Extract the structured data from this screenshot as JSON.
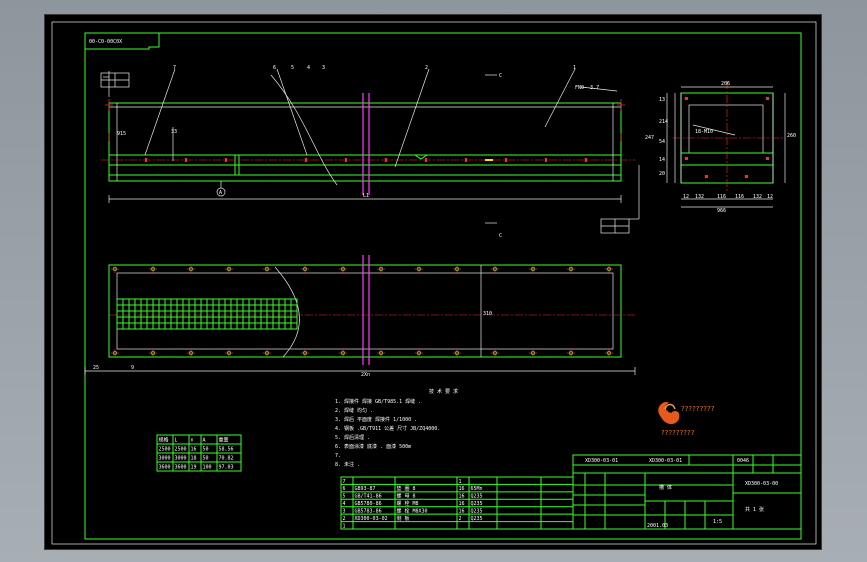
{
  "drawing_code": "00-C0-00C0X",
  "callouts": {
    "left_7": "7",
    "mid_6": "6",
    "mid_5": "5",
    "mid_4": "4",
    "mid_3": "3",
    "mid_2": "2",
    "right_1": "1",
    "section_top": "C",
    "section_bottom": "C",
    "weld_tag": "FN0- 3.7",
    "datum": "A"
  },
  "front_view": {
    "left_dim": "915",
    "overall_length": "L1",
    "inner_dim": "33",
    "box_tag_top": "",
    "box_tag_bottom": ""
  },
  "section_view": {
    "top_width": "206",
    "bottom_width": "966",
    "dims_bottom": [
      "12",
      "132",
      "116",
      "116",
      "132",
      "12"
    ],
    "left_heights": [
      "13",
      "214",
      "54",
      "14",
      "20"
    ],
    "right_height": "260",
    "inner_label": "18-M10",
    "total_height": "247"
  },
  "plan_view": {
    "left_dim": "25",
    "mid_dim": "9",
    "overall": "2Xn",
    "width": "310"
  },
  "notes": {
    "title": "技 术 要 求",
    "items": [
      "1. 焊接件    焊接    GB/T985.1   焊缝 .",
      "2. 焊缝        均匀 .",
      "3. 焊后        平面度      焊接件   1/1000 .",
      "4. 钢板 .GB/T911  公差       尺寸  JB/ZQ4000.",
      "5. 焊后清理 .",
      "6. 表面涂漆         底漆 .  面漆   500m",
      "7.                        ",
      "8. 未注          ."
    ]
  },
  "size_table": {
    "headers": [
      "规格",
      "L",
      "n",
      "A",
      "重量"
    ],
    "rows": [
      [
        "2500",
        "2500",
        "16",
        "50",
        "58.56"
      ],
      [
        "3000",
        "3000",
        "18",
        "50",
        "70.82"
      ],
      [
        "3600",
        "3600",
        "19",
        "100",
        "97.03"
      ]
    ]
  },
  "parts_list": {
    "rows": [
      [
        "7",
        "",
        "",
        "1",
        "",
        "",
        ""
      ],
      [
        "6",
        "GB93-87",
        "垫 圈  8",
        "16",
        "65Mn",
        "",
        ""
      ],
      [
        "5",
        "GB/T41-86",
        "螺 母  8",
        "16",
        "Q235",
        "",
        ""
      ],
      [
        "4",
        "GB5780-86",
        "螺 栓  M8",
        "16",
        "Q235",
        "",
        ""
      ],
      [
        "3",
        "GB5783-86",
        "螺 栓  M8X30",
        "16",
        "Q235",
        "",
        ""
      ],
      [
        "2",
        "XD300-03-02",
        "侧 板",
        "2",
        "Q235",
        "",
        ""
      ],
      [
        "1",
        "",
        "",
        "",
        "",
        "",
        ""
      ]
    ]
  },
  "title_block": {
    "drawing_no": "XD300-03-00",
    "name": "槽 体",
    "ref_no": "XD300-03-01",
    "scale": "1:5",
    "sheet": "共 1 张",
    "date": "2001.03",
    "part_code": "XD300-03-01",
    "weight_label": "0046"
  },
  "logo": {
    "text": "?????????",
    "subtext": "?????????"
  }
}
